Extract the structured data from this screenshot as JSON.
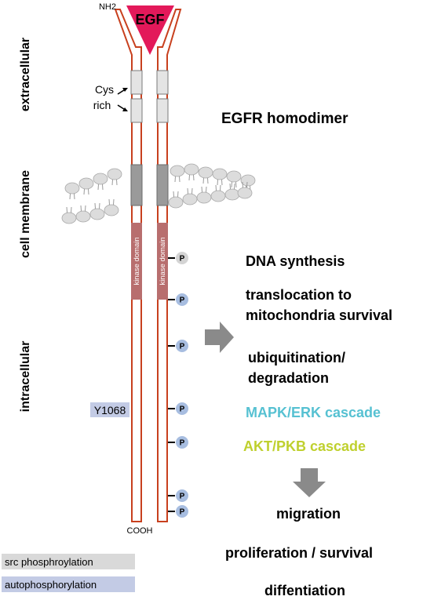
{
  "regions": {
    "extracellular": "extracellular",
    "cell_membrane": "cell membrane",
    "intracellular": "intracellular"
  },
  "ligand": {
    "label": "EGF",
    "n_terminus": "NH2",
    "c_terminus": "COOH"
  },
  "cys_rich": {
    "line1": "Cys",
    "line2": "rich"
  },
  "receptor": {
    "title": "EGFR homodimer",
    "kinase_domain": "kinase domain",
    "phospho_label": "P"
  },
  "phosphosites": [
    {
      "type": "src"
    },
    {
      "type": "auto"
    },
    {
      "type": "auto"
    },
    {
      "type": "auto"
    },
    {
      "type": "auto"
    },
    {
      "type": "auto"
    },
    {
      "type": "auto"
    }
  ],
  "site_label": "Y1068",
  "outcomes": {
    "dna_synthesis": "DNA synthesis",
    "translocation_1": "translocation to",
    "translocation_2": "mitochondria survival",
    "ubiquitination_1": "ubiquitination/",
    "ubiquitination_2": "degradation",
    "mapk": "MAPK/ERK cascade",
    "akt": "AKT/PKB cascade",
    "migration": "migration",
    "proliferation": "proliferation / survival",
    "differentiation": "diffentiation"
  },
  "legend": {
    "src": "src phosphroylation",
    "auto": "autophosphorylation"
  },
  "colors": {
    "receptor_outline": "#c8401e",
    "egf": "#e3195a",
    "kinase": "#b86e6e",
    "src_p": "#d4d4d4",
    "auto_p": "#a7bde0",
    "src_legend_bg": "#d9d9d9",
    "auto_legend_bg": "#c3cbe5",
    "y1068_bg": "#c3cbe5",
    "mapk": "#56c1d2",
    "akt": "#bfd02e",
    "arrow": "#8a8a8a",
    "membrane": "#dcdcdc"
  }
}
